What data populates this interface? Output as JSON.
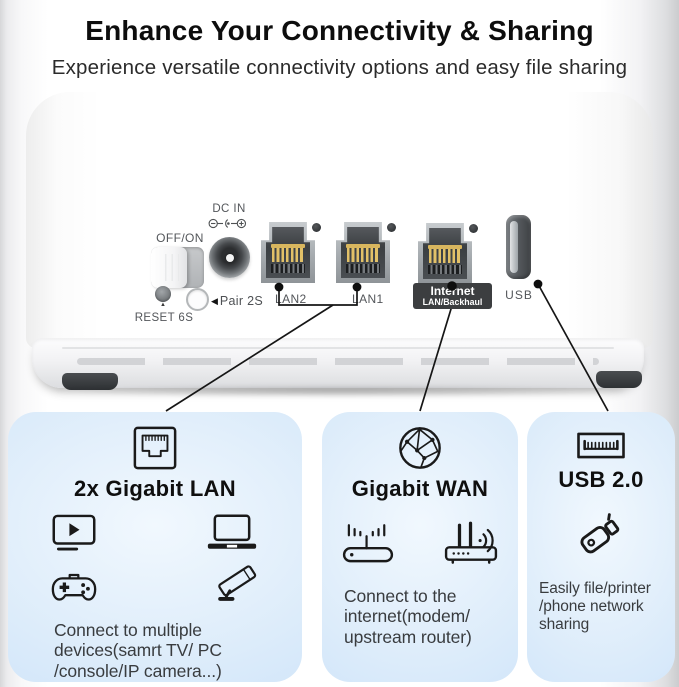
{
  "header": {
    "title": "Enhance Your Connectivity & Sharing",
    "subtitle": "Experience versatile connectivity options and easy file sharing"
  },
  "device": {
    "labels": {
      "dc_in": "DC IN",
      "off_on": "OFF/ON",
      "reset": "RESET 6S",
      "reset_marker": "▲",
      "pair_arrow": "◀",
      "pair": "Pair 2S",
      "lan2": "LAN2",
      "lan1": "LAN1",
      "internet_line1": "Internet",
      "internet_line2": "LAN/Backhaul",
      "usb": "USB"
    }
  },
  "cards": [
    {
      "title": "2x Gigabit LAN",
      "description": "Connect to multiple\ndevices(samrt TV/ PC\n/console/IP camera...)",
      "icons": [
        "ethernet-port-icon",
        "smart-tv-icon",
        "laptop-icon",
        "gamepad-icon",
        "ip-camera-icon"
      ]
    },
    {
      "title": "Gigabit WAN",
      "description": "Connect to the\ninternet(modem/\nupstream router)",
      "icons": [
        "network-globe-icon",
        "modem-icon",
        "wifi-router-icon"
      ]
    },
    {
      "title": "USB 2.0",
      "description": "Easily file/printer\n/phone network\nsharing",
      "icons": [
        "usb-port-icon",
        "usb-flash-drive-icon"
      ]
    }
  ],
  "colors": {
    "card_background_edge": "#cbe2f8",
    "card_background_center": "#f1f8fe",
    "title_text": "#0d0d0d",
    "device_label_text": "#53565a",
    "badge_background": "#3c3e40",
    "badge_text": "#ffffff",
    "pin_gold": "#d8b65e"
  }
}
